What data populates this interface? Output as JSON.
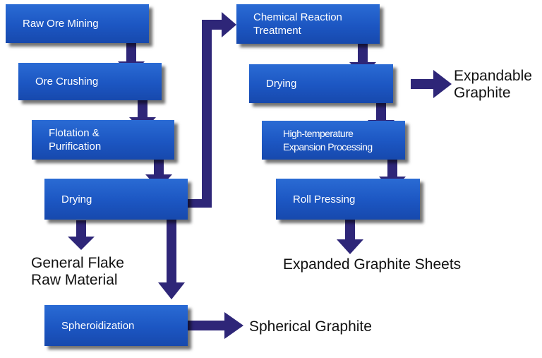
{
  "colors": {
    "box": "#1c56c2",
    "arrow": "#2e2678",
    "text": "#111111"
  },
  "steps": {
    "raw_ore_mining": "Raw Ore Mining",
    "ore_crushing": "Ore Crushing",
    "flotation": "Flotation &\nPurification",
    "drying_left": "Drying",
    "spheroidization": "Spheroidization",
    "chemical_reaction": "Chemical Reaction\nTreatment",
    "drying_right": "Drying",
    "high_temp": "High-temperature\nExpansion Processing",
    "roll_pressing": "Roll Pressing"
  },
  "products": {
    "general_flake": "General Flake\nRaw Material",
    "spherical": "Spherical Graphite",
    "expandable": "Expandable\nGraphite",
    "sheets": "Expanded Graphite Sheets"
  }
}
